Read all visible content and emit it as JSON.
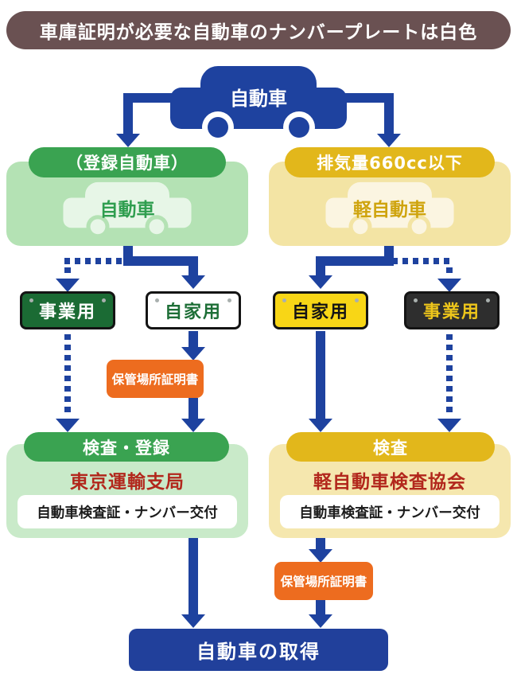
{
  "banner": {
    "title": "車庫証明が必要な自動車のナンバープレートは白色"
  },
  "root": {
    "label": "自動車"
  },
  "branches": {
    "registered": {
      "header": "（登録自動車）",
      "vehicle": "自動車"
    },
    "kei": {
      "header": "排気量660cc以下",
      "vehicle": "軽自動車"
    }
  },
  "plates": {
    "green_business": "事業用",
    "white_private": "自家用",
    "yellow_private": "自家用",
    "black_business": "事業用"
  },
  "certificates": {
    "left": "保管場所証明書",
    "right": "保管場所証明書"
  },
  "inspection": {
    "left": {
      "header": "検査・登録",
      "office": "東京運輸支局",
      "issue": "自動車検査証・ナンバー交付"
    },
    "right": {
      "header": "検査",
      "office": "軽自動車検査協会",
      "issue": "自動車検査証・ナンバー交付"
    }
  },
  "result": {
    "label": "自動車の取得"
  },
  "colors": {
    "arrow_blue": "#1e429f",
    "banner_bg": "#6a5152",
    "green": "#3aa351",
    "green_light": "#b4e2b4",
    "gold": "#e2b71b",
    "gold_light": "#f3e4a4",
    "orange": "#ed6c1f",
    "red_text": "#b2271c",
    "plate_green": "#1b6b34",
    "plate_yellow": "#f8d616",
    "plate_black": "#2e2e2e",
    "result_bg": "#21409b"
  }
}
